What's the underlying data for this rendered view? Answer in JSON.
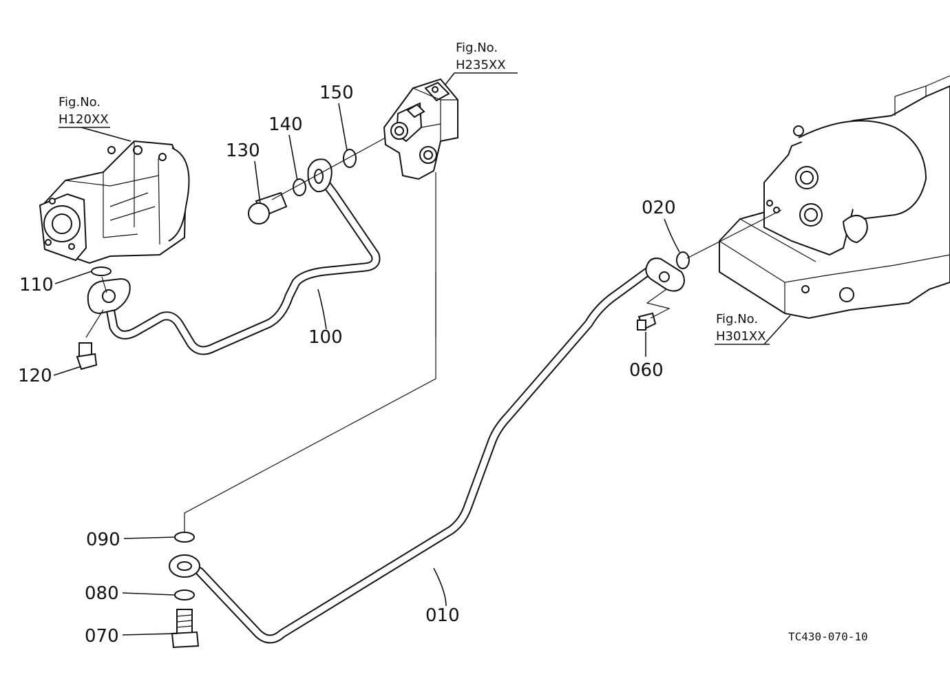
{
  "callouts": [
    {
      "id": "p010",
      "label": "010"
    },
    {
      "id": "p020",
      "label": "020"
    },
    {
      "id": "p060",
      "label": "060"
    },
    {
      "id": "p070",
      "label": "070"
    },
    {
      "id": "p080",
      "label": "080"
    },
    {
      "id": "p090",
      "label": "090"
    },
    {
      "id": "p100",
      "label": "100"
    },
    {
      "id": "p110",
      "label": "110"
    },
    {
      "id": "p120",
      "label": "120"
    },
    {
      "id": "p130",
      "label": "130"
    },
    {
      "id": "p140",
      "label": "140"
    },
    {
      "id": "p150",
      "label": "150"
    }
  ],
  "figure_refs": [
    {
      "caption": "Fig.No.",
      "number": "H120XX"
    },
    {
      "caption": "Fig.No.",
      "number": "H235XX"
    },
    {
      "caption": "Fig.No.",
      "number": "H301XX"
    }
  ],
  "drawing_code": "TC430-070-10"
}
